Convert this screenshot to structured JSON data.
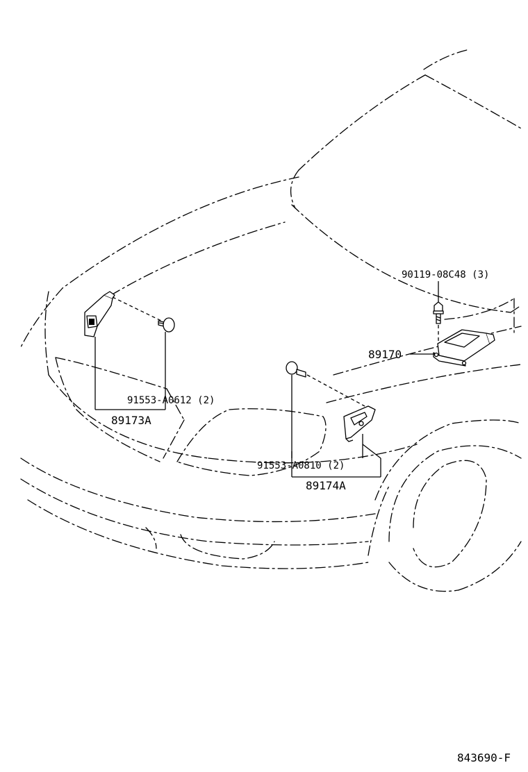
{
  "diagram_id": "843690-F",
  "callouts": {
    "bolt_ecu": "90119-08C48 (3)",
    "ecu": "89170",
    "screw_left": "91553-A0612 (2)",
    "sensor_left": "89173A",
    "screw_right": "91553-A0810 (2)",
    "sensor_right": "89174A"
  }
}
